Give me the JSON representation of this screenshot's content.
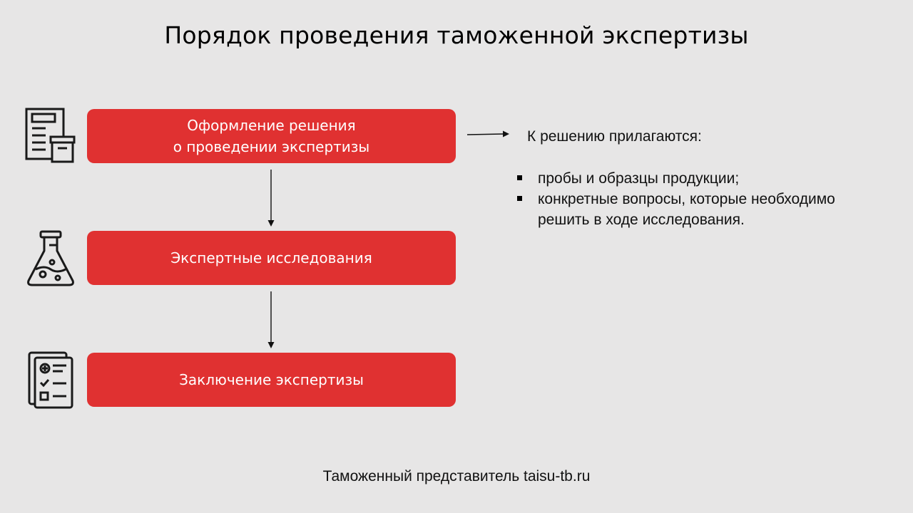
{
  "title": "Порядок проведения таможенной экспертизы",
  "steps": [
    {
      "line1": "Оформление решения",
      "line2": "о проведении экспертизы",
      "icon": "document-package-icon"
    },
    {
      "label": "Экспертные исследования",
      "icon": "flask-icon"
    },
    {
      "label": "Заключение экспертизы",
      "icon": "report-checklist-icon"
    }
  ],
  "note": {
    "heading": "К решению прилагаются:",
    "items": [
      "пробы и образцы продукции;",
      "конкретные вопросы, которые необходимо решить в ходе исследования."
    ]
  },
  "footer": "Таможенный представитель taisu-tb.ru",
  "colors": {
    "box_fill": "#e03131",
    "background": "#e7e6e6"
  }
}
